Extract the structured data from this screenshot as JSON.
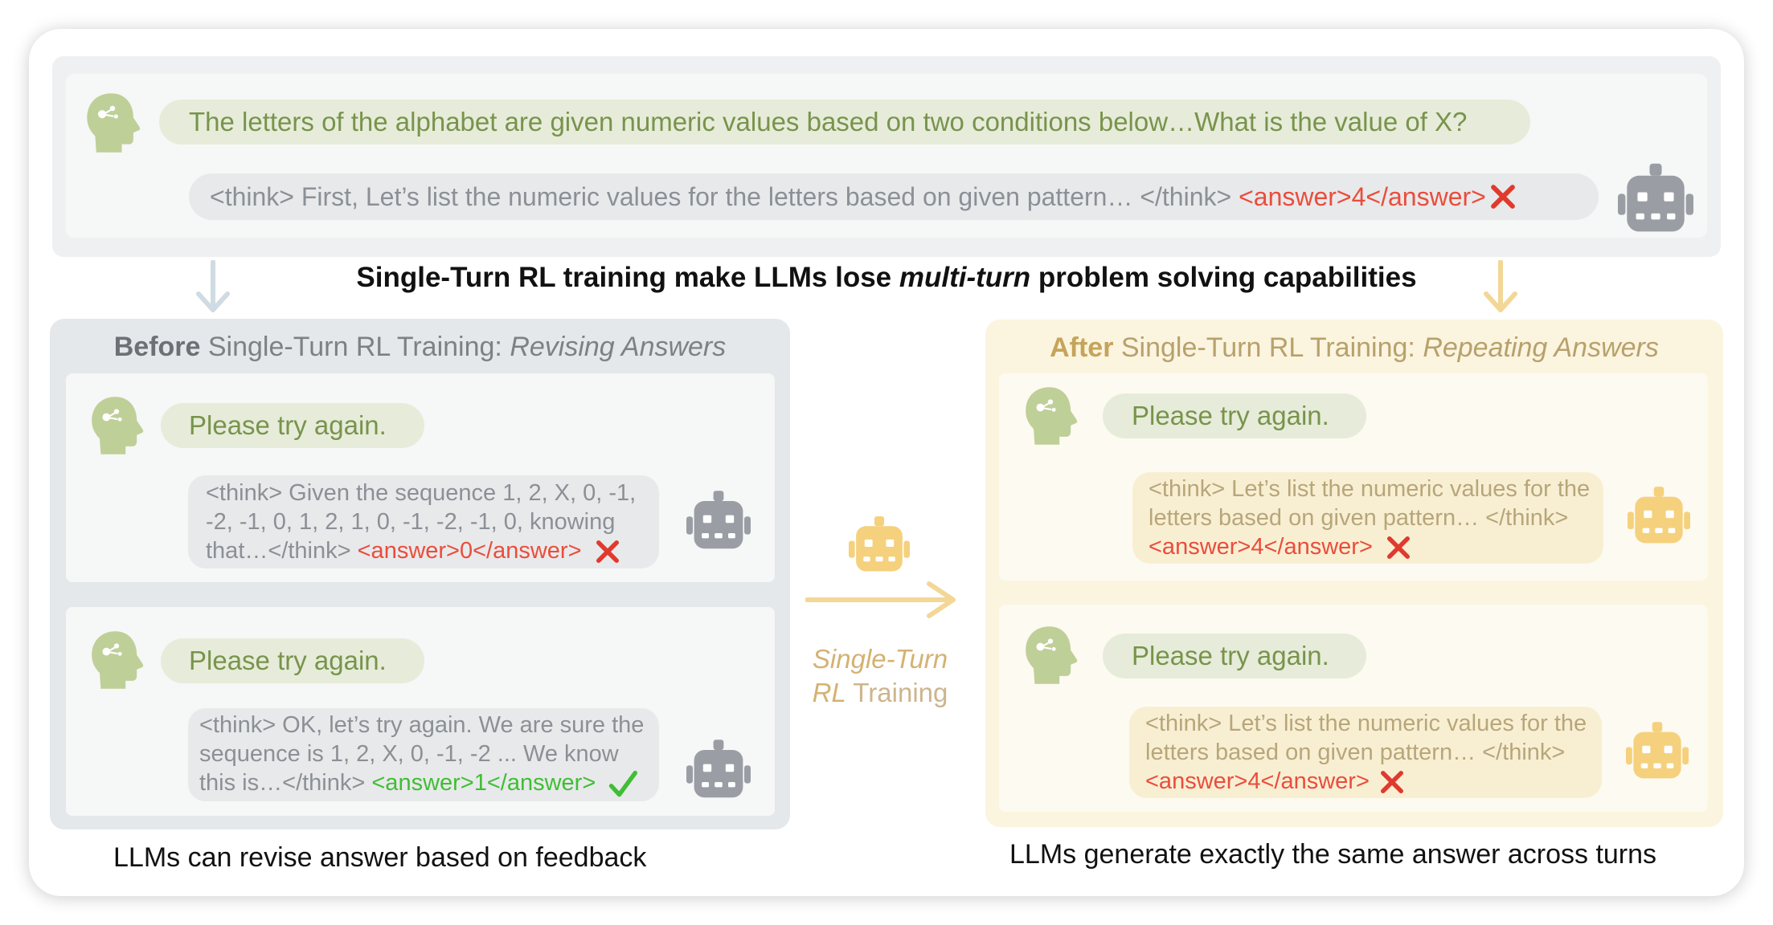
{
  "top": {
    "question": "The letters of the alphabet are given numeric values based on two conditions below…What is the value of X?",
    "response_think": "<think> First, Let’s list the numeric values for the letters based on given pattern… </think> ",
    "response_answer": "<answer>4</answer>"
  },
  "heading": {
    "part1": "Single-Turn RL training make LLMs lose ",
    "emph": "multi-turn",
    "part2": " problem solving capabilities"
  },
  "left": {
    "title_bold": "Before",
    "title_plain": " Single-Turn RL Training: ",
    "title_italic": "Revising Answers",
    "turn1": {
      "prompt": "Please try again.",
      "line1": "<think> Given the sequence 1, 2, X, 0, -1,",
      "line2": "-2, -1, 0, 1, 2, 1, 0, -1, -2, -1, 0, knowing",
      "line3_text": "that…</think> ",
      "line3_answer": "<answer>0</answer>"
    },
    "turn2": {
      "prompt": "Please try again.",
      "line1": "<think> OK, let’s try again. We are sure the",
      "line2": "sequence is 1, 2, X, 0, -1, -2 ... We know",
      "line3_text": "this is…</think> ",
      "line3_answer": "<answer>1</answer>"
    },
    "caption": "LLMs can revise answer based on feedback"
  },
  "middle": {
    "label_italic": "Single-Turn",
    "label_line2_italic": "RL",
    "label_line2_plain": " Training"
  },
  "right": {
    "title_bold": "After",
    "title_plain": " Single-Turn RL Training: ",
    "title_italic": "Repeating Answers",
    "turn1": {
      "prompt": "Please try again.",
      "line1": "<think> Let’s list the numeric values for the",
      "line2": "letters based on given pattern… </think>",
      "answer": "<answer>4</answer>"
    },
    "turn2": {
      "prompt": "Please try again.",
      "line1": "<think> Let’s list the numeric values for the",
      "line2": "letters based on given pattern… </think>",
      "answer": "<answer>4</answer>"
    },
    "caption": "LLMs generate exactly the same answer across turns"
  },
  "colors": {
    "user_head": "#bfcf98",
    "robot_gray": "#9a9ea4",
    "robot_yellow": "#f5d17d",
    "arrow_blue": "#d0dbe3",
    "arrow_yellow": "#f3d796",
    "cross_red": "#e03a2e",
    "check_green": "#3fbe35"
  },
  "icons": [
    "user-head-icon",
    "robot-icon",
    "cross-icon",
    "check-icon",
    "down-arrow-icon",
    "right-arrow-icon"
  ]
}
